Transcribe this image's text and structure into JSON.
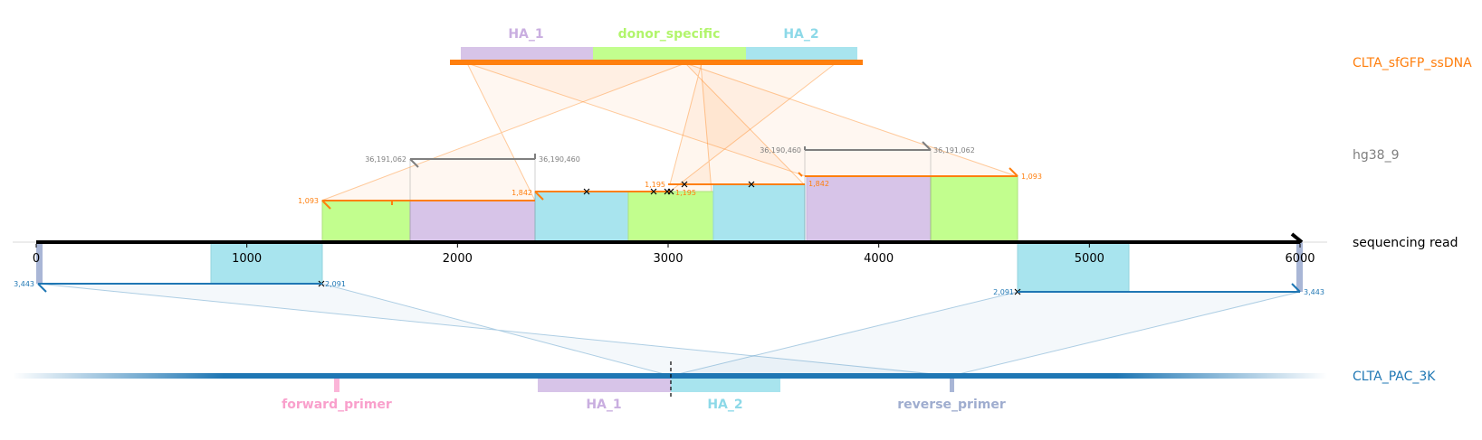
{
  "colors": {
    "ha1": "#d7c4e8",
    "donor": "#c2fe8e",
    "ha2": "#a8e4ee",
    "ssdna": "#ff7f0e",
    "hg38": "#7f7f7f",
    "pac": "#1f77b4",
    "forward_primer": "#fbb5d8",
    "reverse_primer": "#a9b6d6",
    "ha1_label": "#c9aee0",
    "donor_label": "#b2f56c",
    "ha2_label": "#8dd9e8",
    "forward_primer_label": "#f9a0cc",
    "reverse_primer_label": "#9fadcf"
  },
  "top_features": {
    "ha1": "HA_1",
    "donor": "donor_specific",
    "ha2": "HA_2"
  },
  "bottom_features": {
    "forward_primer": "forward_primer",
    "ha1": "HA_1",
    "ha2": "HA_2",
    "reverse_primer": "reverse_primer"
  },
  "row_labels": {
    "ssdna": "CLTA_sfGFP_ssDNA",
    "hg38": "hg38_9",
    "read": "sequencing read",
    "pac": "CLTA_PAC_3K"
  },
  "read_axis": {
    "min": 0,
    "max": 6000,
    "ticks": [
      "0",
      "1000",
      "2000",
      "3000",
      "4000",
      "5000",
      "6000"
    ]
  },
  "coords": {
    "ss_left_start": "1,093",
    "ss_left_end": "1,842",
    "hg_left_start": "36,191,062",
    "hg_left_end": "36,190,460",
    "ss_mid_a": "1,195",
    "ss_mid_b": "1,195",
    "ss_right_start": "1,842",
    "ss_right_end": "1,093",
    "hg_right_start": "36,190,460",
    "hg_right_end": "36,191,062",
    "pac_left_start": "3,443",
    "pac_left_end": "2,091",
    "pac_right_start": "2,091",
    "pac_right_end": "3,443"
  }
}
